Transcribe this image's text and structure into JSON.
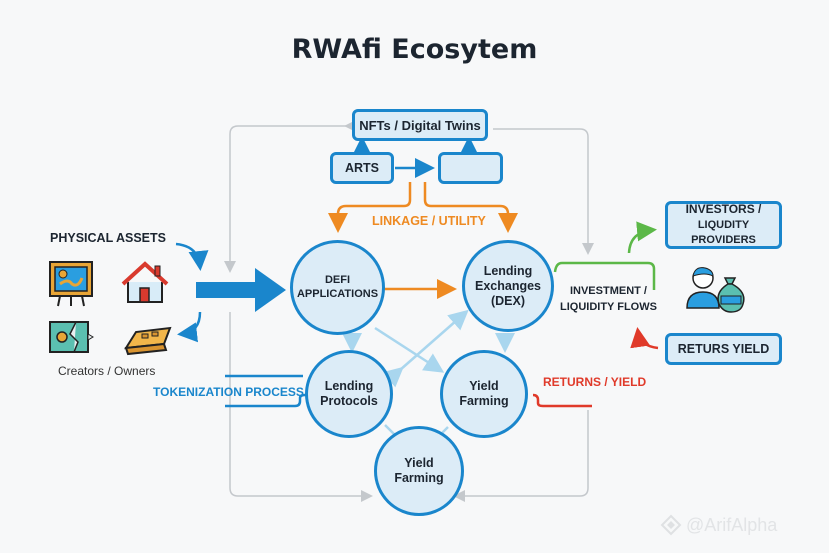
{
  "title": "RWAfi Ecosytem",
  "top": {
    "nfts_box": "NFTs / Digital Twins",
    "arts_box": "ARTS",
    "empty_box": "",
    "linkage_label": "LINKAGE / UTILITY"
  },
  "left": {
    "physical_assets": "PHYSICAL ASSETS",
    "creators": "Creators / Owners",
    "tokenization": "TOKENIZATION PROCESS",
    "icons": [
      "painting-icon",
      "house-icon",
      "land-map-icon",
      "gold-bar-icon"
    ]
  },
  "nodes": {
    "defi": [
      "DEFI",
      "APPLICATIONS"
    ],
    "dex": [
      "Lending",
      "Exchanges",
      "(DEX)"
    ],
    "lending_protocols": [
      "Lending",
      "Protocols"
    ],
    "yield_farming_right": [
      "Yield",
      "Farming"
    ],
    "yield_farming_bottom": [
      "Yield",
      "Farming"
    ]
  },
  "right": {
    "investment_flows": [
      "INVESTMENT /",
      "LIQUIDITY FLOWS"
    ],
    "investors_box": [
      "INVESTORS /",
      "LIQUDITY PROVIDERS"
    ],
    "returs_yield_box": "RETURS YIELD",
    "returns_yield_label": "RETURNS / YIELD"
  },
  "watermark": "@ArifAlpha",
  "colors": {
    "blue": "#1a86cc",
    "light_blue_fill": "#dcecf7",
    "orange": "#ee8a22",
    "green": "#5cb848",
    "red": "#e03a2a",
    "gray_line": "#c4c8cc"
  }
}
